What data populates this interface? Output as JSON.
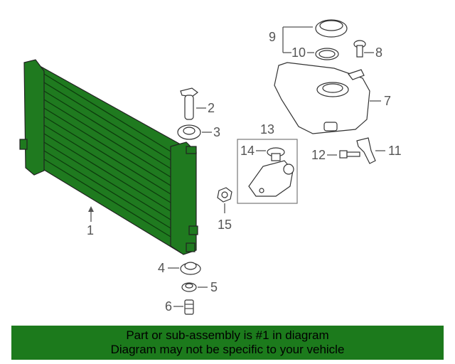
{
  "callouts": {
    "c1": "1",
    "c2": "2",
    "c3": "3",
    "c4": "4",
    "c5": "5",
    "c6": "6",
    "c7": "7",
    "c8": "8",
    "c9": "9",
    "c10": "10",
    "c11": "11",
    "c12": "12",
    "c13": "13",
    "c14": "14",
    "c15": "15"
  },
  "banner": {
    "line1": "Part or sub-assembly is #1 in diagram",
    "line2": "Diagram may not be specific to your vehicle"
  },
  "colors": {
    "highlight": "#1f7a1f",
    "banner": "#1c7a1c",
    "line": "#555555"
  }
}
